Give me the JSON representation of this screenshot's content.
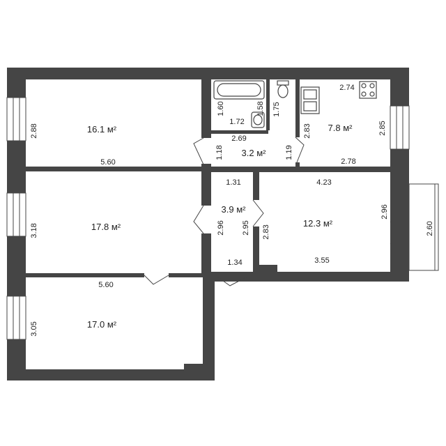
{
  "rooms": {
    "r1": {
      "area": "16.1 м²",
      "width": "5.60",
      "height": "2.88"
    },
    "r2": {
      "area": "17.8 м²",
      "height": "3.18"
    },
    "r3": {
      "area": "17.0 м²",
      "width": "5.60",
      "height": "3.05"
    },
    "bath": {
      "h": "1.60",
      "w": "1.72"
    },
    "wc": {
      "h1": "1.58",
      "h2": "1.75"
    },
    "hall_top": {
      "area": "3.2 м²",
      "w": "2.69",
      "h1": "1.18",
      "h2": "1.19"
    },
    "kitchen": {
      "area": "7.8 м²",
      "top": "2.74",
      "bottom": "2.78",
      "left": "2.83",
      "right": "2.85"
    },
    "corridor": {
      "area": "3.9 м²",
      "top": "1.31",
      "bottom": "1.34",
      "left": "2.96",
      "right": "2.95"
    },
    "r5": {
      "area": "12.3 м²",
      "top": "4.23",
      "bottom": "3.55",
      "left": "2.83",
      "right": "2.96"
    },
    "balcony": {
      "len": "2.60"
    }
  },
  "colors": {
    "wall": "#454545",
    "background": "#ffffff",
    "text": "#222222"
  }
}
